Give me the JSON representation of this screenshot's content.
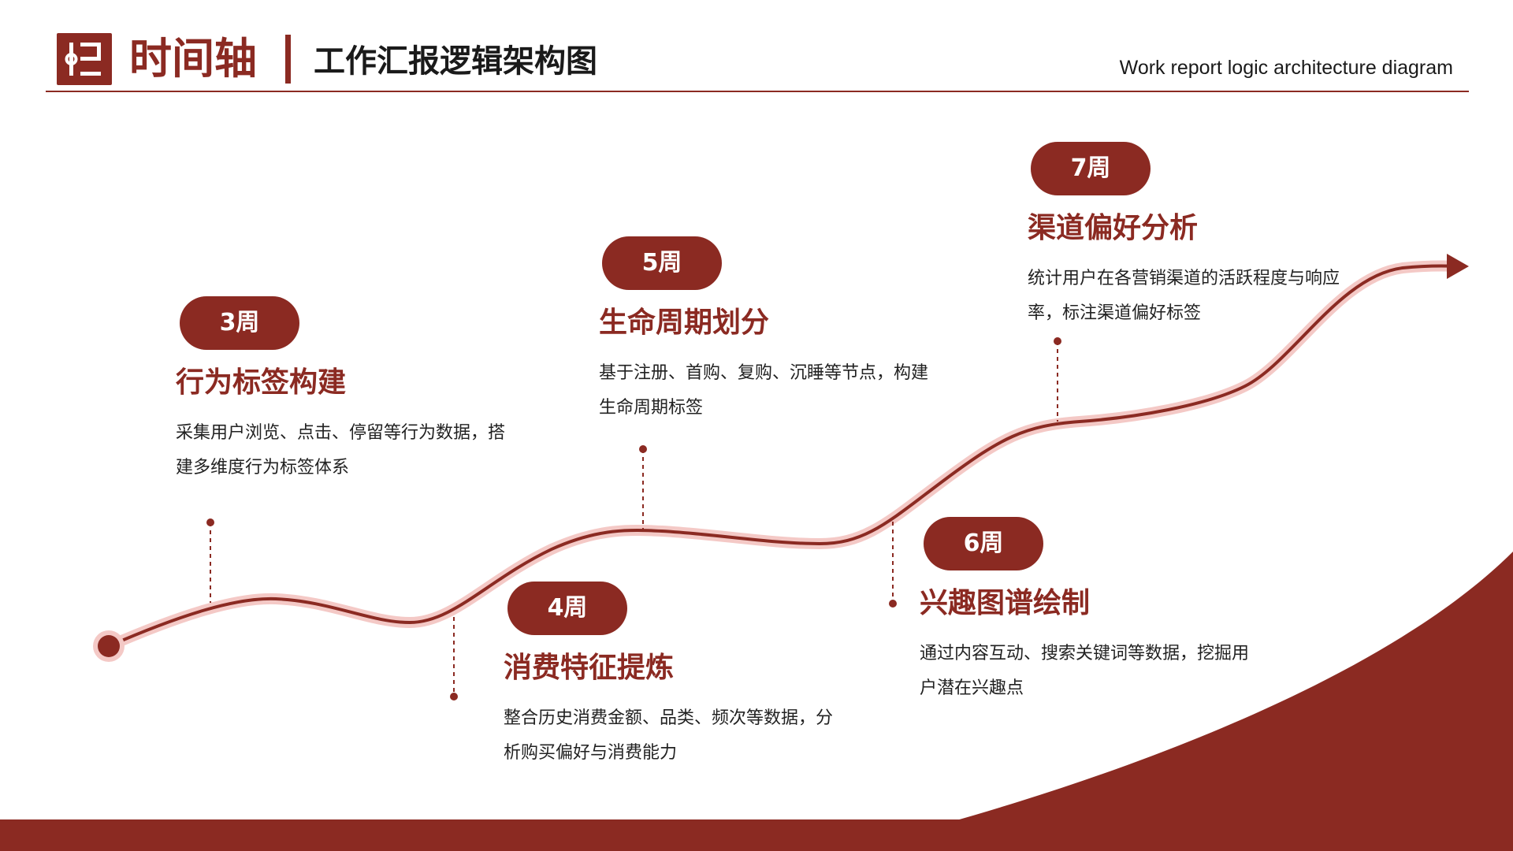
{
  "header": {
    "logo_icon": "timeline-logo-icon",
    "title": "时间轴",
    "subtitle": "工作汇报逻辑架构图",
    "english": "Work report logic architecture diagram"
  },
  "colors": {
    "accent": "#8B2A22",
    "glow": "#F4C9C6",
    "text": "#222222"
  },
  "steps": [
    {
      "week": "3周",
      "title": "行为标签构建",
      "desc": "采集用户浏览、点击、停留等行为数据，搭建多维度行为标签体系"
    },
    {
      "week": "4周",
      "title": "消费特征提炼",
      "desc": "整合历史消费金额、品类、频次等数据，分析购买偏好与消费能力"
    },
    {
      "week": "5周",
      "title": "生命周期划分",
      "desc": "基于注册、首购、复购、沉睡等节点，构建生命周期标签"
    },
    {
      "week": "6周",
      "title": "兴趣图谱绘制",
      "desc": "通过内容互动、搜索关键词等数据，挖掘用户潜在兴趣点"
    },
    {
      "week": "7周",
      "title": "渠道偏好分析",
      "desc": "统计用户在各营销渠道的活跃程度与响应率，标注渠道偏好标签"
    }
  ]
}
